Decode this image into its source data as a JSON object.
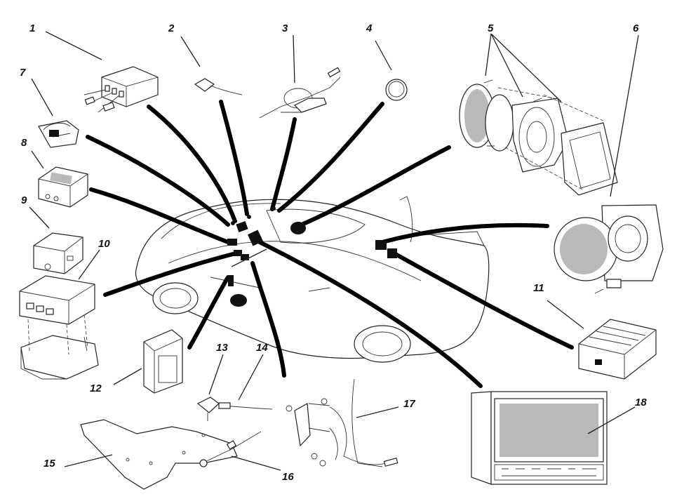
{
  "callouts": [
    "1",
    "2",
    "3",
    "4",
    "5",
    "6",
    "7",
    "8",
    "9",
    "10",
    "11",
    "12",
    "13",
    "14",
    "15",
    "16",
    "17",
    "18"
  ],
  "colors": {
    "line": "#222222",
    "cable": "#000000",
    "screen": "#b9b9b9",
    "background": "#ffffff"
  }
}
